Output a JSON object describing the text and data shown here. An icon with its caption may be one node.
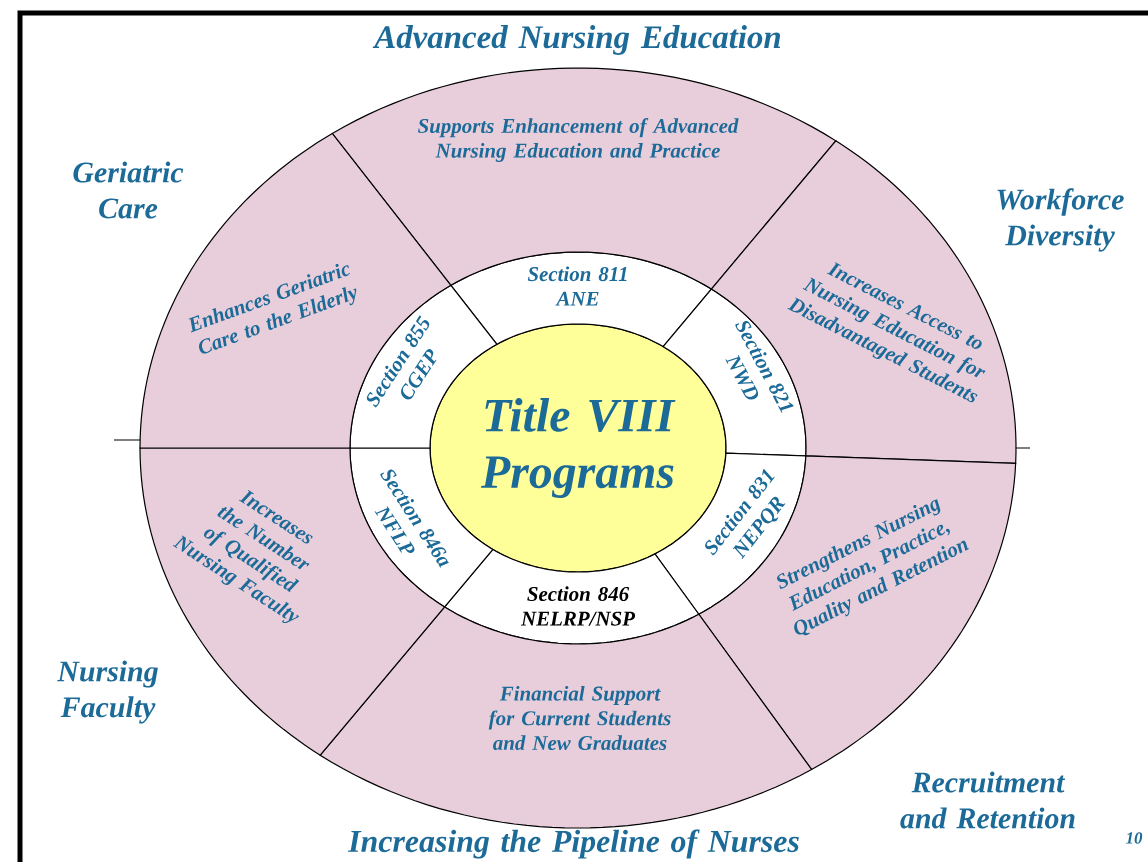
{
  "diagram": {
    "nodes": [
      {
        "text": [
          "Title VIII Programs"
        ]
      },
      {
        "text": [
          "Section 811",
          "ANE"
        ]
      },
      {
        "text": [
          "Section 821",
          "NWD"
        ]
      },
      {
        "text": [
          "Section 831",
          "NEPQR"
        ]
      },
      {
        "text": [
          "Section 846",
          "NELRP/NSP"
        ]
      },
      {
        "text": [
          "Section 846a",
          "NFLP"
        ]
      },
      {
        "text": [
          "Section 855",
          "CGEP"
        ]
      },
      {
        "text": [
          "Supports Enhancement of Advanced Nursing Education and Practice"
        ]
      },
      {
        "text": [
          "Increases Access to Nursing Education for Disadvantaged Students"
        ]
      },
      {
        "text": [
          "Strengthens Nursing Education, Practice, Quality and Retention"
        ]
      },
      {
        "text": [
          "Financial Support for Current Students and New Graduates"
        ]
      },
      {
        "text": [
          "Increases the Number of Qualified Nursing Faculty"
        ]
      },
      {
        "text": [
          "Enhances Geriatric Care to the Elderly"
        ]
      }
    ],
    "labels": [
      "Advanced Nursing Education",
      "Geriatric Care",
      "Workforce Diversity",
      "Nursing Faculty",
      "Recruitment and Retention",
      "10",
      "Increasing the Pipeline of Nurses"
    ]
  }
}
